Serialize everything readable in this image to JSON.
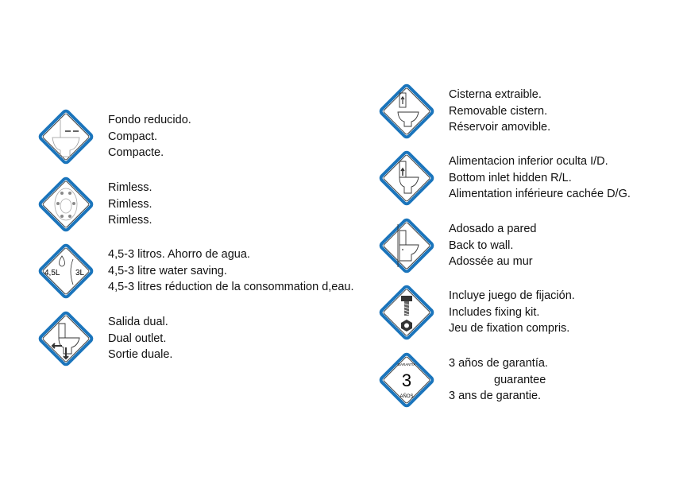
{
  "accent_color": "#1b75bc",
  "left": [
    {
      "icon": "compact-toilet-icon",
      "lines": [
        "Fondo reducido.",
        "Compact.",
        "Compacte."
      ]
    },
    {
      "icon": "rimless-bowl-icon",
      "lines": [
        "Rimless.",
        "Rimless.",
        "Rimless."
      ]
    },
    {
      "icon": "water-saving-icon",
      "icon_text": [
        "4,5L",
        "3L"
      ],
      "lines": [
        "4,5-3 litros. Ahorro de agua.",
        "4,5-3 litre water saving.",
        "4,5-3 litres réduction de la consommation d,eau."
      ]
    },
    {
      "icon": "dual-outlet-icon",
      "lines": [
        "Salida dual.",
        "Dual outlet.",
        "Sortie duale."
      ]
    }
  ],
  "right": [
    {
      "icon": "removable-cistern-icon",
      "lines": [
        "Cisterna extraible.",
        "Removable cistern.",
        "Réservoir amovible."
      ]
    },
    {
      "icon": "bottom-inlet-icon",
      "lines": [
        "Alimentacion inferior oculta I/D.",
        "Bottom inlet hidden R/L.",
        "Alimentation inférieure cachée D/G."
      ]
    },
    {
      "icon": "back-to-wall-icon",
      "lines": [
        "Adosado a pared",
        "Back to wall.",
        "Adossée au mur"
      ]
    },
    {
      "icon": "fixing-kit-icon",
      "lines": [
        "Incluye juego de fijación.",
        "Includes fixing kit.",
        "Jeu de fixation compris."
      ]
    },
    {
      "icon": "warranty-icon",
      "icon_text": [
        "GARANTÍA",
        "3",
        "AÑOS"
      ],
      "lines": [
        "3 años de garantía.",
        "guarantee",
        "3 ans de garantie."
      ]
    }
  ]
}
